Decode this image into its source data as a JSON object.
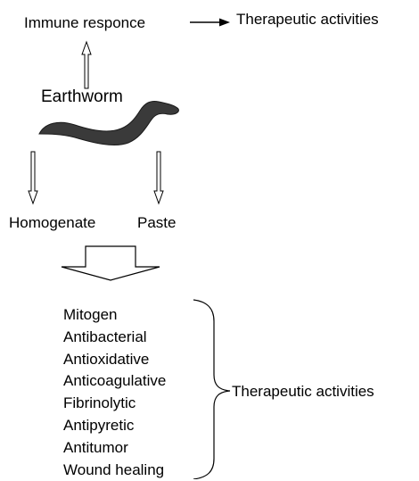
{
  "top": {
    "immune_response": "Immune responce",
    "therapeutic": "Therapeutic activities"
  },
  "organism": "Earthworm",
  "preparations": {
    "homogenate": "Homogenate",
    "paste": "Paste"
  },
  "activities": [
    "Mitogen",
    "Antibacterial",
    "Antioxidative",
    "Anticoagulative",
    "Fibrinolytic",
    "Antipyretic",
    "Antitumor",
    "Wound healing"
  ],
  "bracket_label": "Therapeutic activities",
  "icons": {
    "organism": "earthworm-icon",
    "colors": {
      "worm": "#3a3a3a",
      "arrow_outline": "#000000",
      "arrow_fill": "#ffffff"
    }
  }
}
